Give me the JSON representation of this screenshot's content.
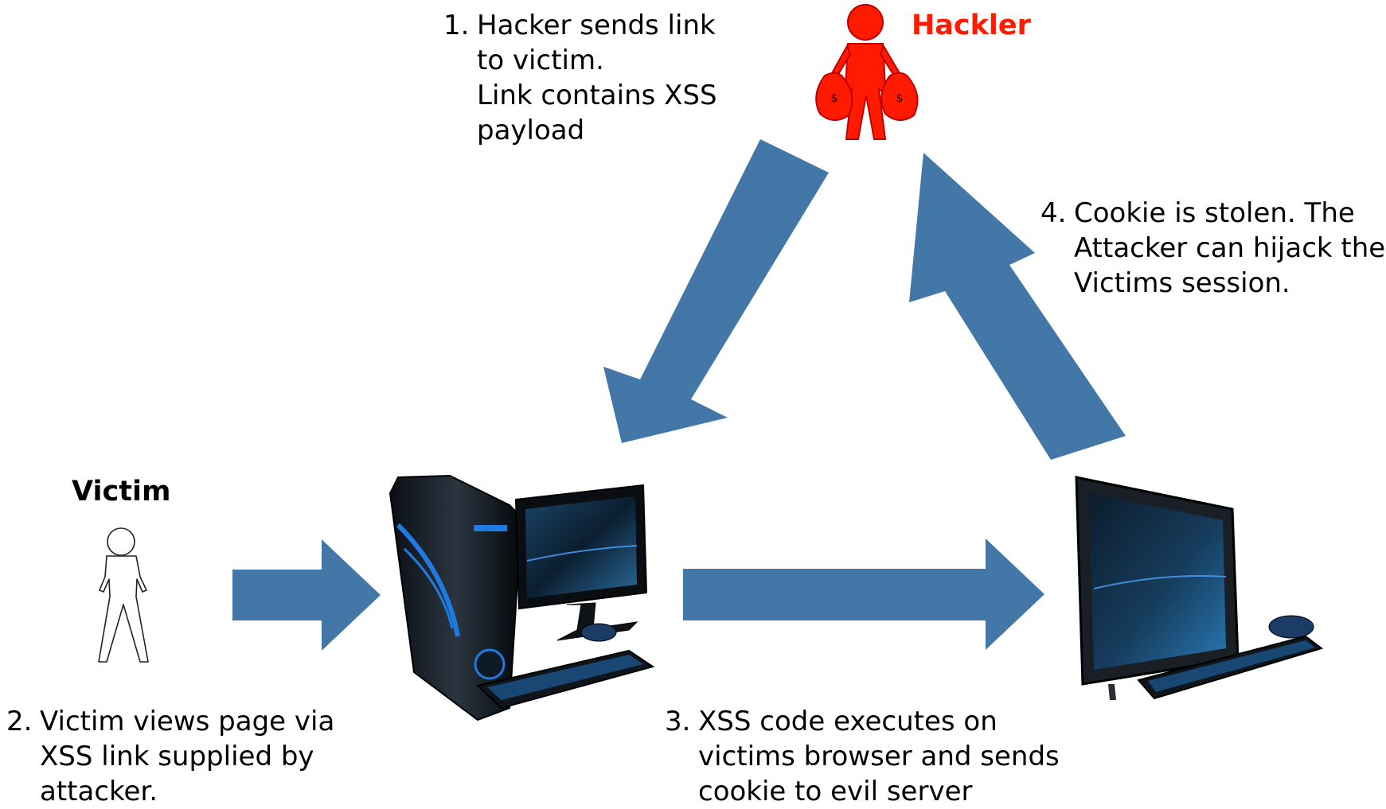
{
  "actors": {
    "hacker": {
      "label": "Hackler",
      "color": "#ff1a00",
      "icon": "hacker-figure-with-money-bags-icon"
    },
    "victim": {
      "label": "Victim",
      "icon": "person-outline-icon"
    }
  },
  "devices": {
    "victim_computer": {
      "icon": "desktop-tower-computer-icon"
    },
    "evil_server": {
      "icon": "all-in-one-computer-icon"
    }
  },
  "arrow_color": "#4277a7",
  "steps": [
    {
      "number": "1.",
      "lines": [
        "Hacker sends link",
        "to victim.",
        "Link contains XSS",
        "payload"
      ]
    },
    {
      "number": "2.",
      "lines": [
        "Victim views page via",
        "XSS link supplied by",
        "attacker."
      ]
    },
    {
      "number": "3.",
      "lines": [
        "XSS code executes on",
        "victims browser and sends",
        "cookie to evil server"
      ]
    },
    {
      "number": "4.",
      "lines": [
        "Cookie is stolen. The",
        "Attacker can hijack the",
        "Victims session."
      ]
    }
  ]
}
